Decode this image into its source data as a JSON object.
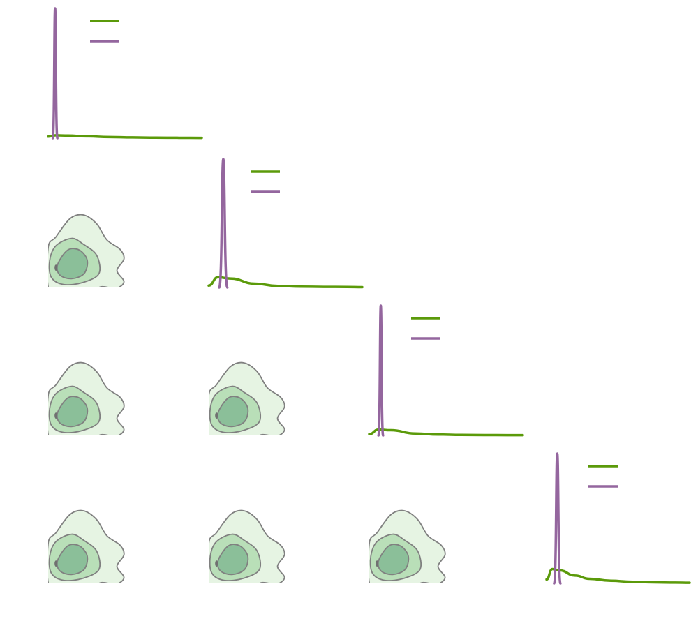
{
  "colors": {
    "green_line": "#5b9a0a",
    "purple_line": "#94669e",
    "contour_outer_fill": "#e6f4e3",
    "contour_mid_fill": "#b9dfb8",
    "contour_inner_fill": "#8bbf99",
    "contour_stroke": "#808080",
    "inner_blob": "#707070"
  },
  "chart_data": {
    "type": "corner",
    "grid": false,
    "n_params": 4,
    "legend": {
      "position": "top-right",
      "entries": [
        "",
        ""
      ]
    },
    "diagonal": [
      {
        "xlim": [
          0,
          1
        ],
        "green": {
          "x": [
            0,
            0.05,
            0.13,
            0.25,
            0.4,
            0.55,
            0.7,
            0.85,
            1.0
          ],
          "y": [
            0.012,
            0.022,
            0.02,
            0.014,
            0.009,
            0.006,
            0.004,
            0.003,
            0.002
          ]
        },
        "purple_peak_x": 0.045,
        "purple_peak_height": 1.0,
        "purple_width": 0.004
      },
      {
        "xlim": [
          0,
          1
        ],
        "green": {
          "x": [
            0,
            0.06,
            0.14,
            0.3,
            0.45,
            0.6,
            0.75,
            0.9,
            1.0
          ],
          "y": [
            0.015,
            0.08,
            0.07,
            0.03,
            0.012,
            0.007,
            0.005,
            0.004,
            0.003
          ]
        },
        "purple_peak_x": 0.095,
        "purple_peak_height": 1.0,
        "purple_width": 0.012
      },
      {
        "xlim": [
          0,
          1
        ],
        "green": {
          "x": [
            0,
            0.06,
            0.14,
            0.3,
            0.45,
            0.6,
            0.75,
            0.9,
            1.0
          ],
          "y": [
            0.01,
            0.045,
            0.04,
            0.015,
            0.007,
            0.004,
            0.003,
            0.002,
            0.002
          ]
        },
        "purple_peak_x": 0.075,
        "purple_peak_height": 1.0,
        "purple_width": 0.006
      },
      {
        "xlim": [
          0,
          1
        ],
        "green": {
          "x": [
            0,
            0.04,
            0.09,
            0.2,
            0.3,
            0.45,
            0.6,
            0.75,
            0.9,
            1.0
          ],
          "y": [
            0.03,
            0.11,
            0.1,
            0.06,
            0.035,
            0.02,
            0.012,
            0.008,
            0.006,
            0.005
          ]
        },
        "purple_peak_x": 0.075,
        "purple_peak_height": 1.0,
        "purple_width": 0.01
      }
    ],
    "pairs": [
      {
        "row": 1,
        "col": 0,
        "levels": 3
      },
      {
        "row": 2,
        "col": 0,
        "levels": 3
      },
      {
        "row": 2,
        "col": 1,
        "levels": 3
      },
      {
        "row": 3,
        "col": 0,
        "levels": 3
      },
      {
        "row": 3,
        "col": 1,
        "levels": 3
      },
      {
        "row": 3,
        "col": 2,
        "levels": 3
      }
    ]
  }
}
